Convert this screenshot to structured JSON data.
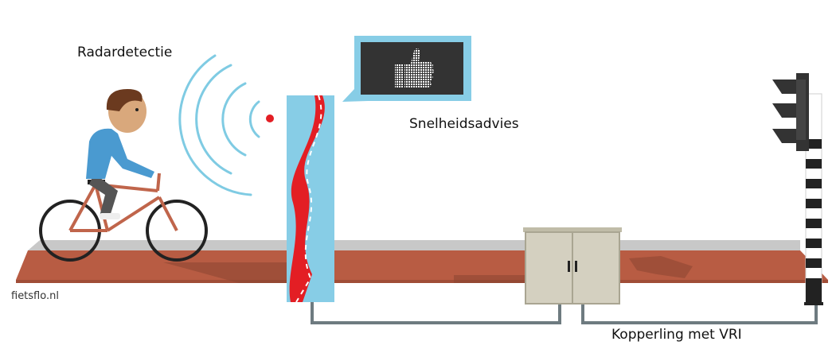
{
  "labels": {
    "radar": "Radardetectie",
    "speed_advice": "Snelheidsadvies",
    "coupling": "Kopperling met VRI",
    "brand": "fietsflo.nl"
  },
  "colors": {
    "path": "#b85c43",
    "curb": "#c8c8c8",
    "pole": "#87cde6",
    "road": "#e31e24",
    "radar_waves": "#7fcbe3",
    "radar_dot": "#e31e24",
    "screen_frame": "#87cde6",
    "screen": "#333333",
    "cabinet": "#d4d0c0",
    "cable": "#6e7b80"
  },
  "icons": {
    "display": "thumbs-up-icon",
    "traffic_light": "traffic-light-icon",
    "cyclist": "cyclist-icon",
    "cabinet": "control-cabinet-icon"
  }
}
